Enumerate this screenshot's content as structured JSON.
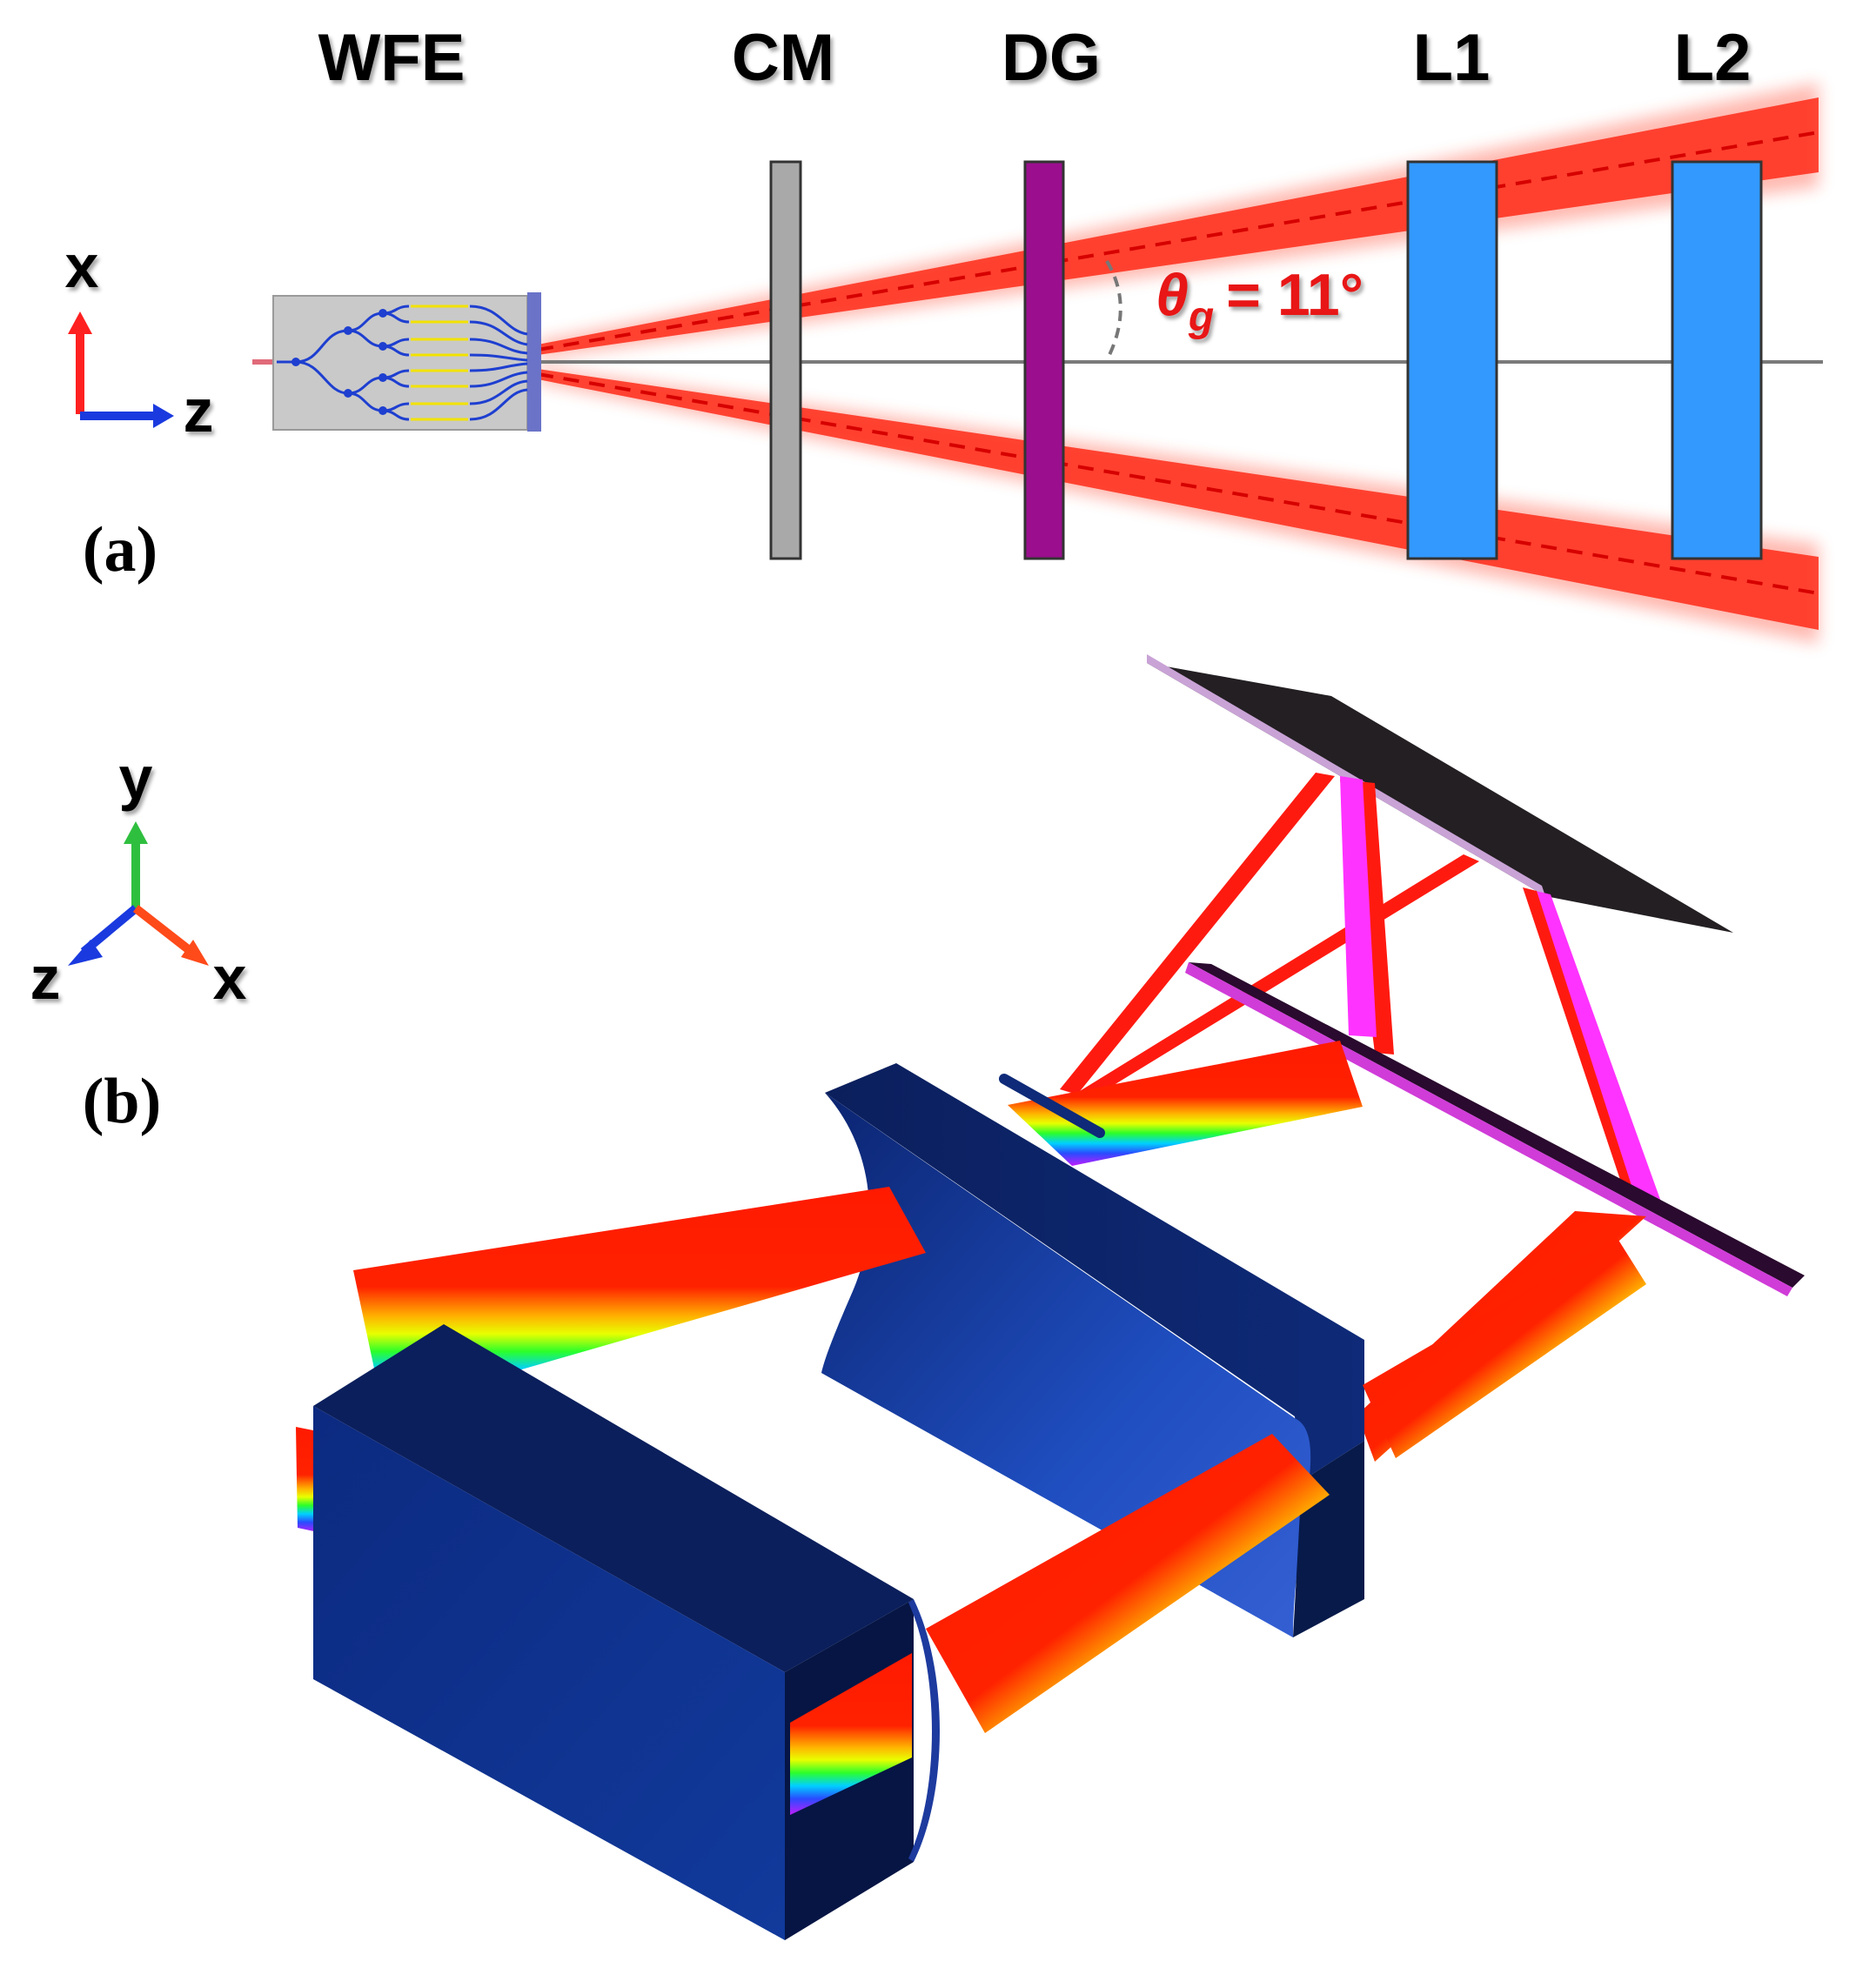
{
  "panel_a": {
    "label": "(a)",
    "components": {
      "wfe": "WFE",
      "cm": "CM",
      "dg": "DG",
      "l1": "L1",
      "l2": "L2"
    },
    "angle": {
      "symbol": "θ",
      "subscript": "g",
      "value": "= 11°"
    },
    "axes": {
      "vertical": "x",
      "horizontal": "z"
    }
  },
  "panel_b": {
    "label": "(b)",
    "axes": {
      "up": "y",
      "left": "z",
      "right": "x"
    }
  },
  "colors": {
    "beam_red": "#ff2010",
    "beam_axis": "#e00000",
    "cm_gray": "#a9a9a9",
    "dg_purple": "#9b0f8e",
    "lens_blue": "#3399ff",
    "wfe_gray": "#c8c8c8",
    "solid_lens_navy": "#0e2a7a",
    "grating_black": "#231f22",
    "mirror_dark": "#2a0a2e",
    "magenta": "#ff33ff",
    "axis_red": "#ff2020",
    "axis_blue": "#1a3adf",
    "axis_green": "#2fbf3f",
    "axis_orange": "#ff4a1a"
  }
}
